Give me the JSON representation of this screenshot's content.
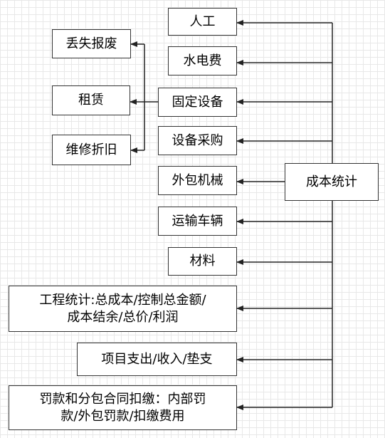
{
  "hub": {
    "label": "成本统计"
  },
  "right_branch": [
    {
      "id": "labor",
      "label": "人工"
    },
    {
      "id": "utilities",
      "label": "水电费"
    },
    {
      "id": "fixed-equipment",
      "label": "固定设备"
    },
    {
      "id": "equipment-purchase",
      "label": "设备采购"
    },
    {
      "id": "outsourced-machinery",
      "label": "外包机械"
    },
    {
      "id": "transport-vehicles",
      "label": "运输车辆"
    },
    {
      "id": "materials",
      "label": "材料"
    },
    {
      "id": "project-statistics",
      "label": "工程统计:总成本/控制总金额/\n成本结余/总价/利润"
    },
    {
      "id": "project-expenses",
      "label": "项目支出/收入/垫支"
    },
    {
      "id": "penalties",
      "label": "罚款和分包合同扣缴：内部罚\n款/外包罚款/扣缴费用"
    }
  ],
  "fixed_equipment_children": [
    {
      "id": "loss-scrap",
      "label": "丢失报废"
    },
    {
      "id": "lease",
      "label": "租赁"
    },
    {
      "id": "repair-depreciation",
      "label": "维修折旧"
    }
  ]
}
